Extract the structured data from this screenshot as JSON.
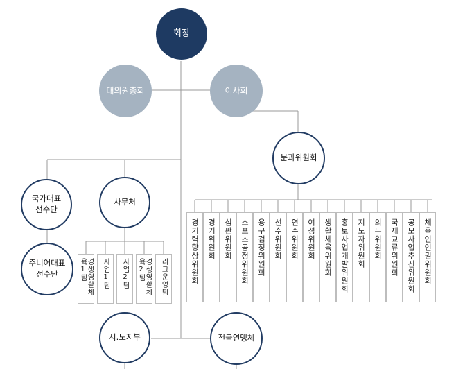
{
  "nodes": {
    "president": "회장",
    "delegates": "대의원총회",
    "board": "이사회",
    "subcommittee": "분과위원회",
    "national_team": "국가대표\n선수단",
    "junior_team": "주니어대표\n선수단",
    "secretariat": "사무처",
    "city_branch": "시.도지부",
    "federation": "전국연맹체"
  },
  "committees": [
    "경기력향상위원회",
    "경기위원회",
    "심판위원회",
    "스포츠공정위원회",
    "용구검정위원회",
    "선수위원회",
    "연수위원회",
    "여성위원회",
    "생활체육위원회",
    "홍보사업개발위원회",
    "지도자위원회",
    "의무위원회",
    "국제교류위원회",
    "공모사업추진위원회",
    "체육인인권위원회"
  ],
  "teams": [
    "경생영활체육1팀",
    "사업1팀",
    "사업2팀",
    "경생영활체육2팀",
    "리그운영팀"
  ],
  "colors": {
    "dark_node": "#1e3a62",
    "gray_node": "#a5b3c1",
    "outline": "#223c63",
    "line": "#999999"
  }
}
